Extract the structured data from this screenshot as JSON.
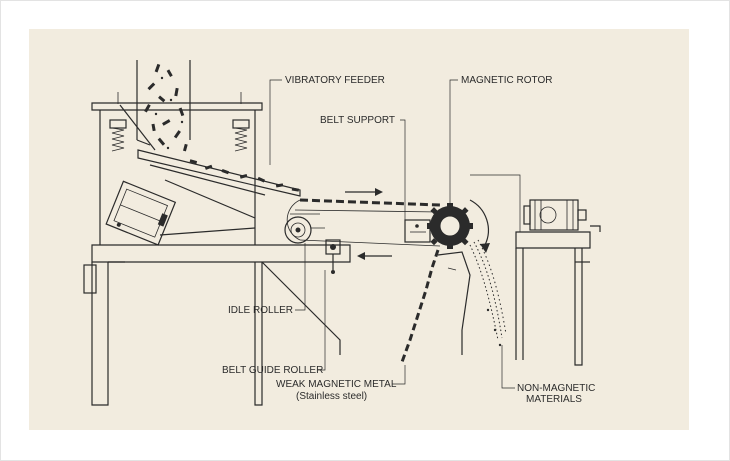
{
  "diagram": {
    "labels": {
      "vibratory_feeder": "VIBRATORY FEEDER",
      "magnetic_rotor": "MAGNETIC ROTOR",
      "belt_support": "BELT SUPPORT",
      "idle_roller": "IDLE ROLLER",
      "belt_guide_roller": "BELT GUIDE ROLLER",
      "weak_magnetic_metal": "WEAK MAGNETIC METAL",
      "weak_magnetic_metal_note": "(Stainless steel)",
      "non_magnetic_line1": "NON-MAGNETIC",
      "non_magnetic_line2": "MATERIALS"
    },
    "colors": {
      "background": "#f2ecdf",
      "ink": "#2b2b2b"
    }
  }
}
